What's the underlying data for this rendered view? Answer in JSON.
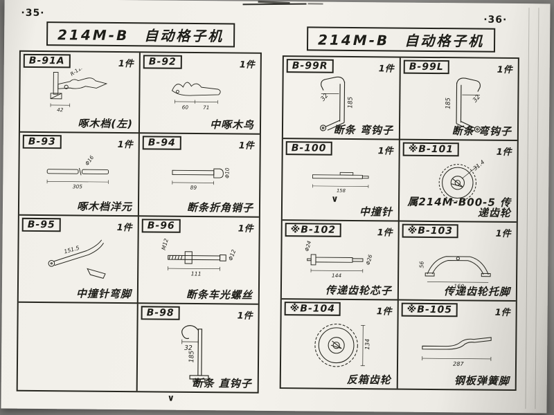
{
  "scan": {
    "left_page_no": "·35·",
    "right_page_no": "·36·",
    "bottom_check": "∨"
  },
  "pages": [
    {
      "title": "214M-B 自动格子机",
      "cells": [
        {
          "code": "B-91A",
          "qty": "1件",
          "name": "啄木档(左)",
          "dims": [
            "R-112",
            "42"
          ]
        },
        {
          "code": "B-92",
          "qty": "1件",
          "name": "中啄木鸟",
          "dims": [
            "60",
            "71"
          ]
        },
        {
          "code": "B-93",
          "qty": "1件",
          "name": "啄木档洋元",
          "dims": [
            "305",
            "Φ16"
          ]
        },
        {
          "code": "B-94",
          "qty": "1件",
          "name": "断条折角销子",
          "dims": [
            "89",
            "Φ10"
          ]
        },
        {
          "code": "B-95",
          "qty": "1件",
          "name": "中撞针弯脚",
          "dims": [
            "151.5"
          ]
        },
        {
          "code": "B-96",
          "qty": "1件",
          "name": "断条车光螺丝",
          "dims": [
            "M12",
            "111",
            "Φ12"
          ]
        },
        {
          "code": "",
          "qty": "",
          "name": "",
          "dims": []
        },
        {
          "code": "B-98",
          "qty": "1件",
          "name": "断条 直钩子",
          "dims": [
            "32",
            "185"
          ]
        }
      ]
    },
    {
      "title": "214M-B 自动格子机",
      "cells": [
        {
          "code": "B-99R",
          "qty": "1件",
          "name": "断条 弯钩子",
          "dims": [
            "32",
            "185"
          ]
        },
        {
          "code": "B-99L",
          "qty": "1件",
          "name": "断条 弯钩子",
          "dims": [
            "185",
            "32"
          ]
        },
        {
          "code": "B-100",
          "qty": "1件",
          "name": "中撞针",
          "dims": [
            "158"
          ],
          "check": "∨"
        },
        {
          "code": "※B-101",
          "qty": "1件",
          "name": "属214M-B00-5 传递齿轮",
          "dims": [
            "31.4"
          ]
        },
        {
          "code": "※B-102",
          "qty": "1件",
          "name": "传递齿轮芯子",
          "dims": [
            "144",
            "Φ26",
            "Φ24"
          ]
        },
        {
          "code": "※B-103",
          "qty": "1件",
          "name": "传递齿轮托脚",
          "dims": [
            "56",
            "160"
          ]
        },
        {
          "code": "※B-104",
          "qty": "1件",
          "name": "反箱齿轮",
          "dims": [
            "134"
          ]
        },
        {
          "code": "※B-105",
          "qty": "1件",
          "name": "钢板弹簧脚",
          "dims": [
            "287"
          ]
        }
      ]
    }
  ]
}
